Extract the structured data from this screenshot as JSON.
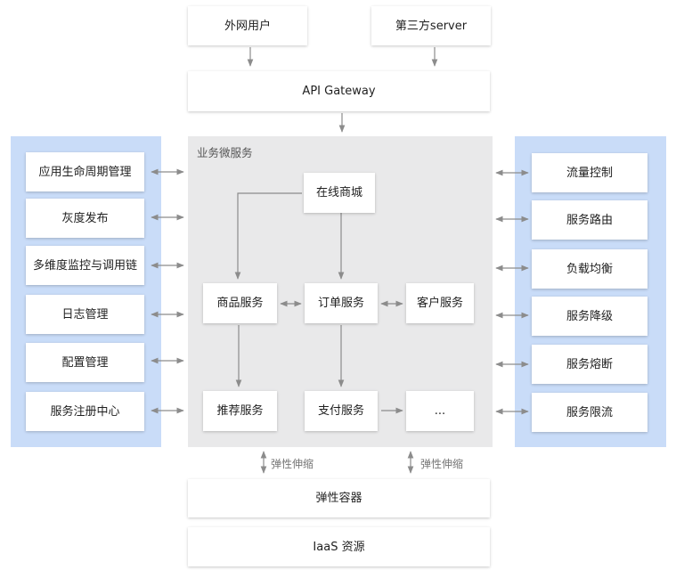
{
  "top": {
    "external_users": "外网用户",
    "third_party_server": "第三方server",
    "api_gateway": "API Gateway"
  },
  "left_panel": {
    "items": [
      "应用生命周期管理",
      "灰度发布",
      "多维度监控与调用链",
      "日志管理",
      "配置管理",
      "服务注册中心"
    ]
  },
  "center_panel": {
    "label": "业务微服务",
    "online_mall": "在线商城",
    "product_service": "商品服务",
    "order_service": "订单服务",
    "customer_service": "客户服务",
    "recommend_service": "推荐服务",
    "payment_service": "支付服务",
    "ellipsis": "..."
  },
  "right_panel": {
    "items": [
      "流量控制",
      "服务路由",
      "负载均衡",
      "服务降级",
      "服务熔断",
      "服务限流"
    ]
  },
  "bottom": {
    "elastic_scaling_label": "弹性伸缩",
    "elastic_container": "弹性容器",
    "iaas_resources": "IaaS 资源"
  },
  "colors": {
    "side_panel": "#c9dcf8",
    "center_panel": "#e9e9ea",
    "arrow": "#8c8c8c"
  }
}
